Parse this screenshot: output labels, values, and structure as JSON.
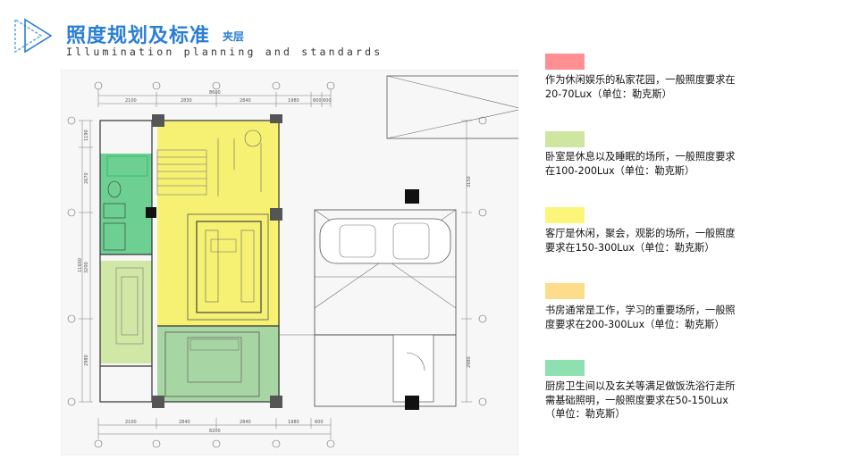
{
  "header": {
    "title_cn": "照度规划及标准",
    "title_tag": "夹层",
    "title_en": "Illumination planning and standards"
  },
  "dimensions": {
    "top_row": [
      "2100",
      "2830",
      "2840",
      "1980",
      "600",
      "600"
    ],
    "top_total": "8600",
    "bottom_row": [
      "2100",
      "2840",
      "2840",
      "1980",
      "600"
    ],
    "bottom_total": "8200",
    "left_col": [
      "1190",
      "2670",
      "3200",
      "2980"
    ],
    "left_total": "11600",
    "right_col": [
      "3150",
      "2980"
    ]
  },
  "legend": [
    {
      "color": "#ff8f92",
      "text": "作为休闲娱乐的私家花园，一般照度要求在20-70Lux（单位：勒克斯）"
    },
    {
      "color": "#cfe6a0",
      "text": "卧室是休息以及睡眠的场所，一般照度要求在100-200Lux（单位：勒克斯）"
    },
    {
      "color": "#fbf579",
      "text": "客厅是休闲，聚会，观影的场所，一般照度要求在150-300Lux（单位：勒克斯）"
    },
    {
      "color": "#fddc8c",
      "text": "书房通常是工作，学习的重要场所，一般照度要求在200-300Lux（单位：勒克斯）"
    },
    {
      "color": "#8ee0b0",
      "text": "厨房卫生间以及玄关等满足做饭洗浴行走所需基础照明，一般照度要求在50-150Lux（单位：勒克斯）"
    }
  ],
  "colors": {
    "accent": "#2a7fd4",
    "living_zone": "#f5f06a",
    "bedroom_zone": "#cfe6a0",
    "service_zone": "#5dca85"
  }
}
